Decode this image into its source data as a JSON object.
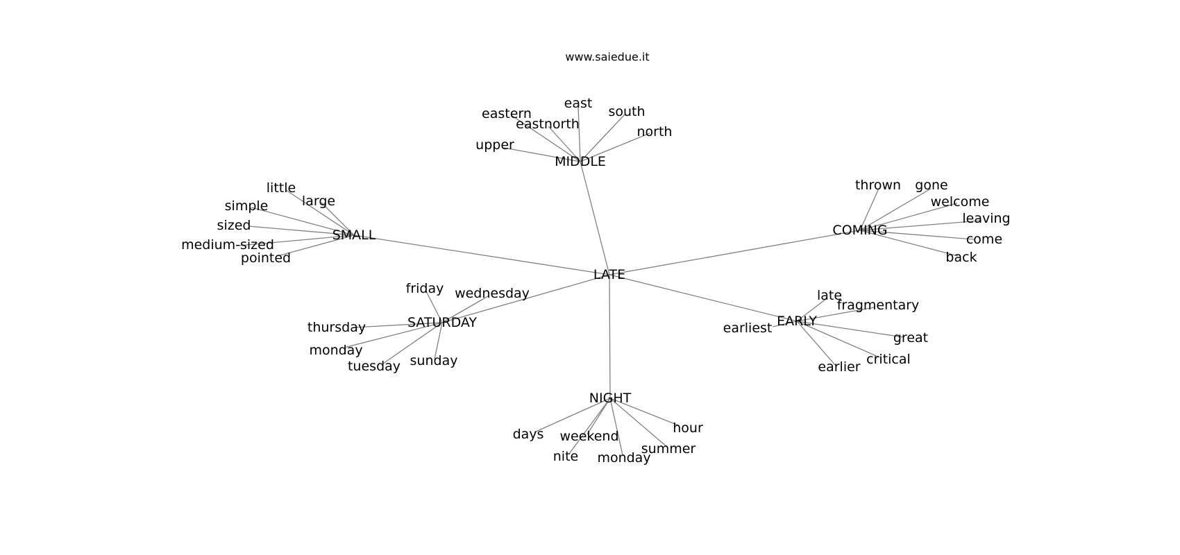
{
  "title": "www.saiedue.it",
  "graph": {
    "center": "LATE",
    "groups": [
      {
        "hub": "MIDDLE",
        "words": [
          "eastern",
          "east",
          "south",
          "eastnorth",
          "north",
          "upper"
        ]
      },
      {
        "hub": "SMALL",
        "words": [
          "little",
          "large",
          "simple",
          "sized",
          "medium-sized",
          "pointed"
        ]
      },
      {
        "hub": "COMING",
        "words": [
          "thrown",
          "gone",
          "welcome",
          "leaving",
          "come",
          "back"
        ]
      },
      {
        "hub": "SATURDAY",
        "words": [
          "friday",
          "wednesday",
          "thursday",
          "monday",
          "tuesday",
          "sunday"
        ]
      },
      {
        "hub": "EARLY",
        "words": [
          "late",
          "fragmentary",
          "earliest",
          "great",
          "critical",
          "earlier"
        ]
      },
      {
        "hub": "NIGHT",
        "words": [
          "days",
          "weekend",
          "hour",
          "nite",
          "monday",
          "summer"
        ]
      }
    ]
  }
}
